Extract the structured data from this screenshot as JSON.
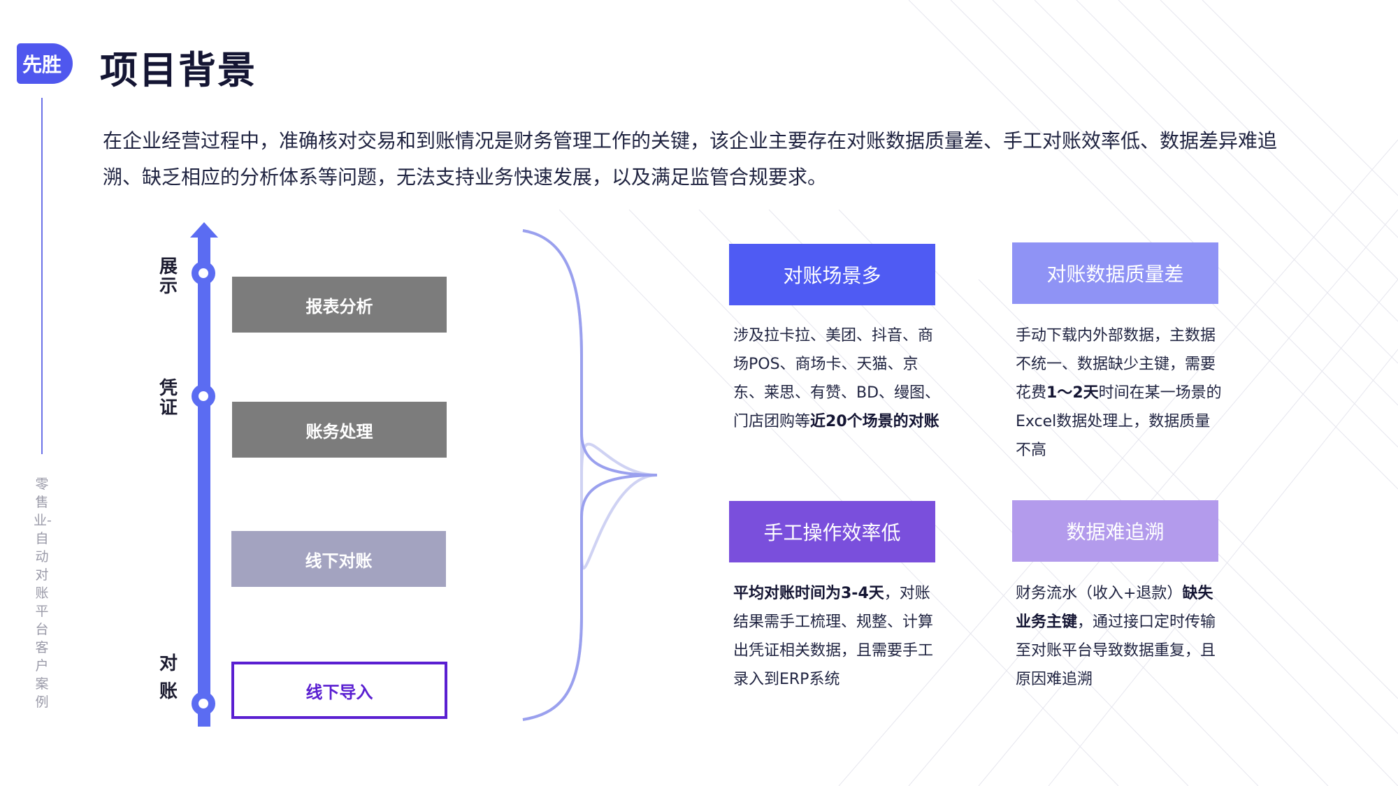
{
  "header": {
    "logo_text": "先胜",
    "title": "项目背景",
    "side_caption": "零售业-自动对账平台 客户案例"
  },
  "intro": "在企业经营过程中，准确核对交易和到账情况是财务管理工作的关键，该企业主要存在对账数据质量差、手工对账效率低、数据差异难追溯、缺乏相应的分析体系等问题，无法支持业务快速发展，以及满足监管合规要求。",
  "timeline": {
    "stages": [
      "展示",
      "凭证",
      "对账"
    ],
    "steps": [
      {
        "label": "报表分析",
        "color": "#7c7c7c"
      },
      {
        "label": "账务处理",
        "color": "#7c7c7c"
      },
      {
        "label": "线下对账",
        "color": "#a3a3c0"
      },
      {
        "label": "线下导入",
        "color": "#5a1fd1"
      }
    ],
    "axis_color": "#5b6cf2"
  },
  "cards": [
    {
      "title": "对账场景多",
      "color": "#4f5bf3",
      "body": {
        "pre": "涉及拉卡拉、美团、抖音、商场POS、商场卡、天猫、京东、莱思、有赞、BD、缦图、门店团购等",
        "bold": "近20个场景的对账",
        "post": ""
      }
    },
    {
      "title": "对账数据质量差",
      "color": "#8f93f5",
      "body": {
        "pre": "手动下载内外部数据，主数据不统一、数据缺少主键，需要花费",
        "bold": "1～2天",
        "post": "时间在某一场景的Excel数据处理上，数据质量不高"
      }
    },
    {
      "title": "手工操作效率低",
      "color": "#7a4fdc",
      "body": {
        "pre": "",
        "bold": "平均对账时间为3-4天",
        "post": "，对账结果需手工梳理、规整、计算出凭证相关数据，且需要手工录入到ERP系统"
      }
    },
    {
      "title": "数据难追溯",
      "color": "#b39bec",
      "body": {
        "pre": "财务流水（收入+退款）",
        "bold": "缺失业务主键",
        "post": "，通过接口定时传输至对账平台导致数据重复，且原因难追溯"
      }
    }
  ]
}
